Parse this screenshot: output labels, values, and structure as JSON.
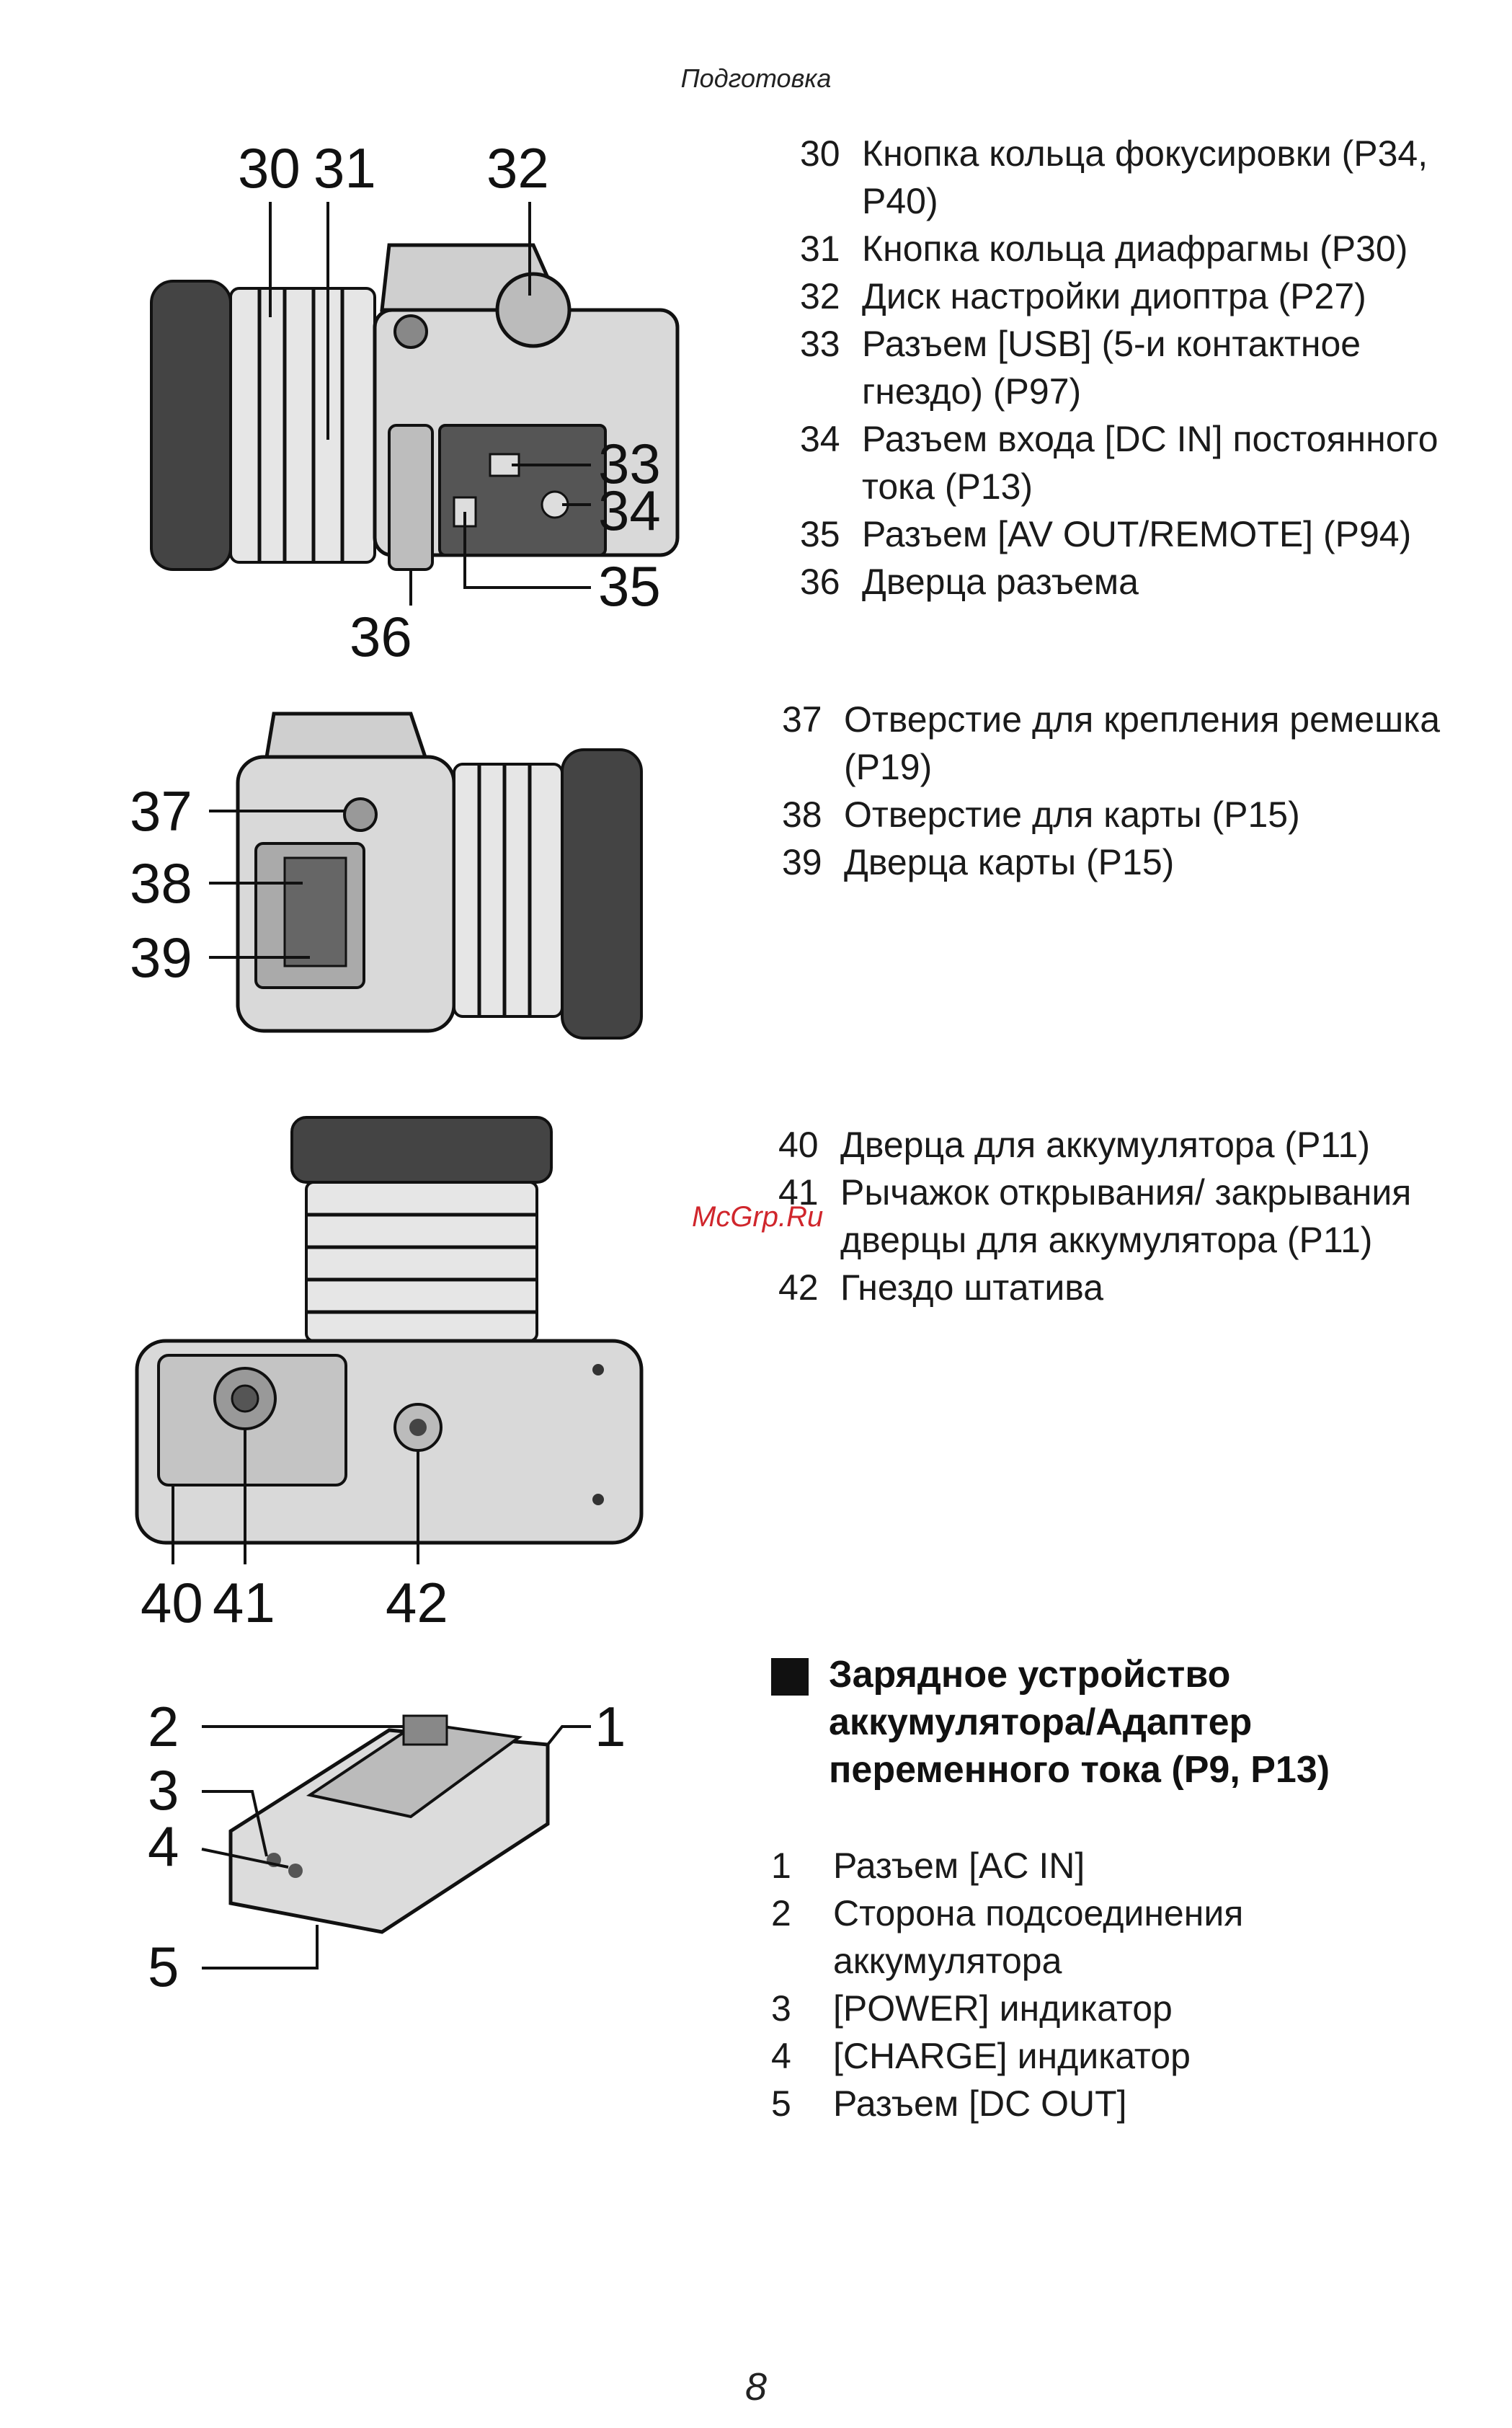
{
  "header": {
    "title": "Подготовка"
  },
  "figures": {
    "side_view": {
      "callouts": [
        "30",
        "31",
        "32",
        "33",
        "34",
        "35",
        "36"
      ]
    },
    "back_view": {
      "callouts": [
        "37",
        "38",
        "39"
      ]
    },
    "bottom_view": {
      "callouts": [
        "40",
        "41",
        "42"
      ]
    },
    "charger": {
      "callouts": [
        "1",
        "2",
        "3",
        "4",
        "5"
      ]
    }
  },
  "list_side": [
    {
      "num": "30",
      "text": "Кнопка кольца фокусировки (P34, P40)"
    },
    {
      "num": "31",
      "text": "Кнопка кольца диафрагмы (P30)"
    },
    {
      "num": "32",
      "text": "Диск настройки диоптра (P27)"
    },
    {
      "num": "33",
      "text": "Разъем [USB] (5-и контактное гнездо) (P97)"
    },
    {
      "num": "34",
      "text": "Разъем входа [DC IN] постоянного тока (P13)"
    },
    {
      "num": "35",
      "text": "Разъем [AV OUT/REMOTE] (P94)"
    },
    {
      "num": "36",
      "text": "Дверца разъема"
    }
  ],
  "list_back": [
    {
      "num": "37",
      "text": "Отверстие для крепления ремешка (P19)"
    },
    {
      "num": "38",
      "text": "Отверстие для карты (P15)"
    },
    {
      "num": "39",
      "text": "Дверца карты (P15)"
    }
  ],
  "list_bottom": [
    {
      "num": "40",
      "text": "Дверца для аккумулятора (P11)"
    },
    {
      "num": "41",
      "text": "Рычажок открывания/ закрывания дверцы для аккумулятора (P11)"
    },
    {
      "num": "42",
      "text": "Гнездо штатива"
    }
  ],
  "charger_section": {
    "heading": "Зарядное устройство аккумулятора/Адаптер переменного тока (P9, P13)",
    "items": [
      {
        "num": "1",
        "text": "Разъем [AC IN]"
      },
      {
        "num": "2",
        "text": "Сторона подсоединения аккумулятора"
      },
      {
        "num": "3",
        "text": "[POWER] индикатор"
      },
      {
        "num": "4",
        "text": "[CHARGE] индикатор"
      },
      {
        "num": "5",
        "text": "Разъем [DC OUT]"
      }
    ]
  },
  "watermark": "McGrp.Ru",
  "footer": {
    "page_number": "8"
  }
}
